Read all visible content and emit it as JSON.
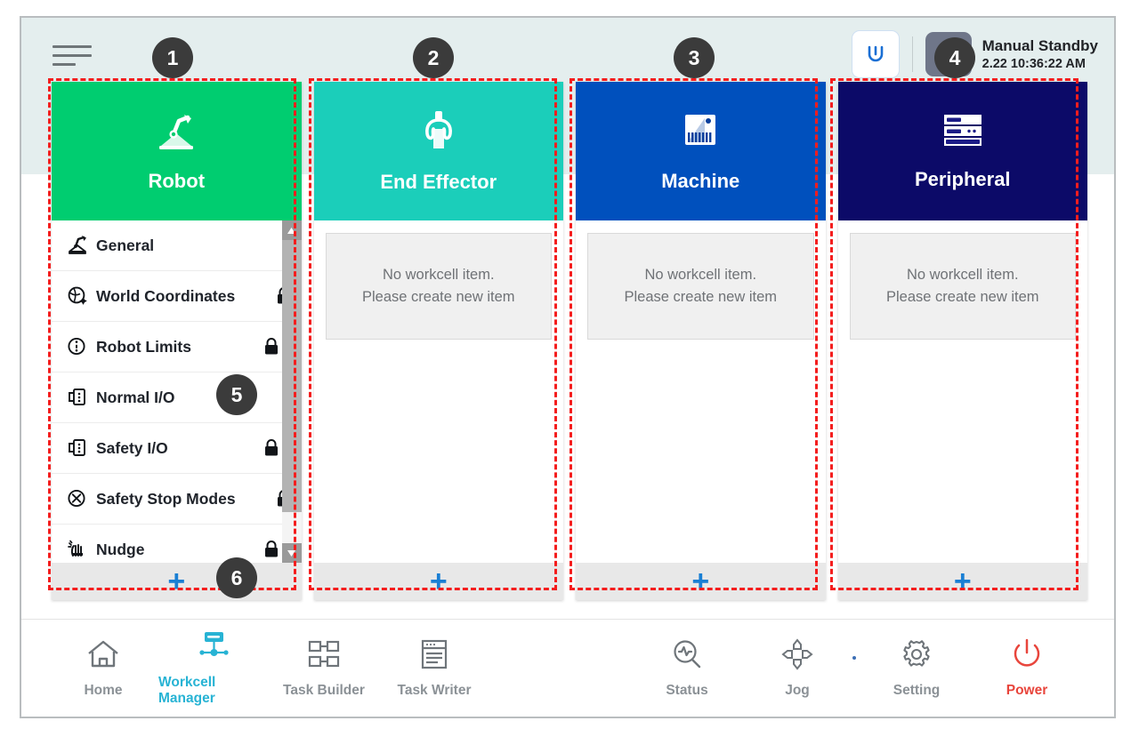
{
  "topbar": {
    "menu_icon": "hamburger-menu-icon",
    "reset_icon": "reset-power-icon",
    "hand_icon": "manual-hand-icon",
    "status_mode": "Manual Standby",
    "status_time": "2.22 10:36:22 AM"
  },
  "columns": [
    {
      "id": "robot",
      "title": "Robot",
      "icon": "robot-arm-icon",
      "color": "#00cd70",
      "add_label": "+",
      "type": "list",
      "items": [
        {
          "label": "General",
          "icon": "robot-arm-icon",
          "locked": false,
          "lock_far": false
        },
        {
          "label": "World Coordinates",
          "icon": "world-coordinates-icon",
          "locked": true,
          "lock_far": false
        },
        {
          "label": "Robot Limits",
          "icon": "robot-limits-icon",
          "locked": true,
          "lock_far": true
        },
        {
          "label": "Normal I/O",
          "icon": "io-port-icon",
          "locked": false,
          "lock_far": false
        },
        {
          "label": "Safety I/O",
          "icon": "io-port-icon",
          "locked": true,
          "lock_far": true
        },
        {
          "label": "Safety Stop Modes",
          "icon": "safety-stop-icon",
          "locked": true,
          "lock_far": false
        },
        {
          "label": "Nudge",
          "icon": "nudge-hand-icon",
          "locked": true,
          "lock_far": true
        }
      ]
    },
    {
      "id": "end-effector",
      "title": "End Effector",
      "icon": "gripper-icon",
      "color": "#1bceba",
      "add_label": "+",
      "type": "empty",
      "empty_line1": "No workcell item.",
      "empty_line2": "Please create new item"
    },
    {
      "id": "machine",
      "title": "Machine",
      "icon": "machine-icon",
      "color": "#0050bd",
      "add_label": "+",
      "type": "empty",
      "empty_line1": "No workcell item.",
      "empty_line2": "Please create new item"
    },
    {
      "id": "peripheral",
      "title": "Peripheral",
      "icon": "peripheral-rack-icon",
      "color": "#0c0a68",
      "add_label": "+",
      "type": "empty",
      "empty_line1": "No workcell item.",
      "empty_line2": "Please create new item"
    }
  ],
  "bottom_nav": {
    "left": [
      {
        "label": "Home",
        "icon": "home-icon",
        "active": false
      },
      {
        "label": "Workcell Manager",
        "icon": "workcell-manager-icon",
        "active": true
      },
      {
        "label": "Task Builder",
        "icon": "task-builder-icon",
        "active": false
      },
      {
        "label": "Task Writer",
        "icon": "task-writer-icon",
        "active": false
      }
    ],
    "right": [
      {
        "label": "Status",
        "icon": "status-scope-icon",
        "kind": "normal"
      },
      {
        "label": "Jog",
        "icon": "jog-dpad-icon",
        "kind": "normal"
      },
      {
        "label": "Setting",
        "icon": "gear-icon",
        "kind": "normal"
      },
      {
        "label": "Power",
        "icon": "power-icon",
        "kind": "power"
      }
    ]
  },
  "annotations": {
    "accent_color": "#f41d1d",
    "badges": [
      {
        "n": "1"
      },
      {
        "n": "2"
      },
      {
        "n": "3"
      },
      {
        "n": "4"
      },
      {
        "n": "5"
      },
      {
        "n": "6"
      }
    ]
  }
}
